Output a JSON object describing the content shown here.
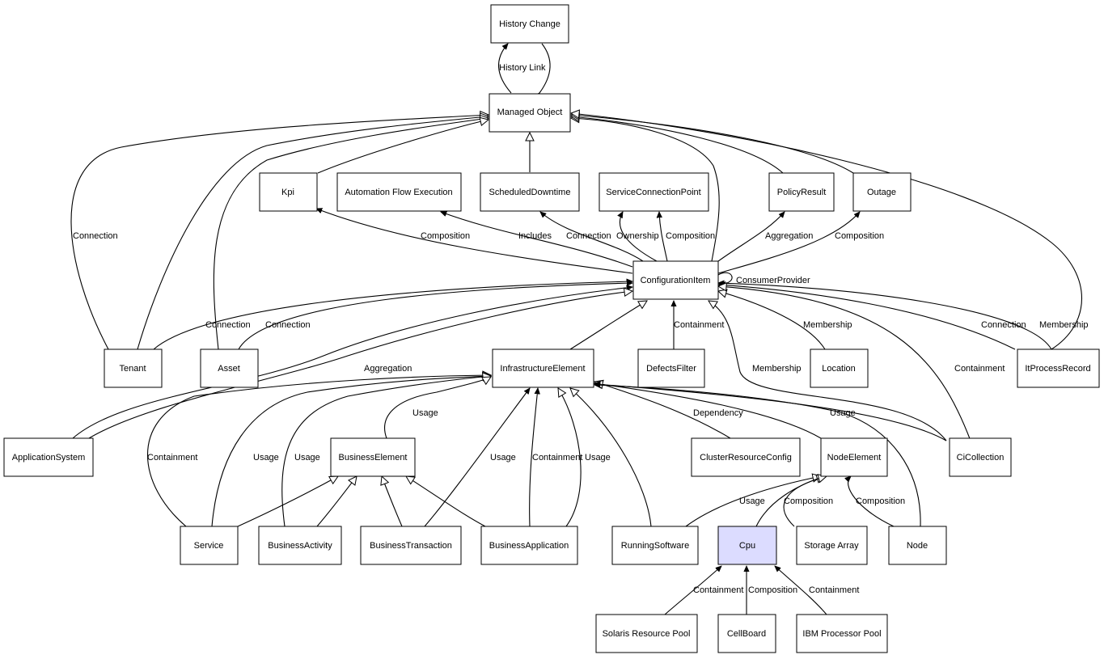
{
  "nodes": {
    "history_change": "History Change",
    "managed_object": "Managed Object",
    "kpi": "Kpi",
    "automation_flow_execution": "Automation Flow Execution",
    "scheduled_downtime": "ScheduledDowntime",
    "service_connection_point": "ServiceConnectionPoint",
    "policy_result": "PolicyResult",
    "outage": "Outage",
    "configuration_item": "ConfigurationItem",
    "tenant": "Tenant",
    "asset": "Asset",
    "infrastructure_element": "InfrastructureElement",
    "defects_filter": "DefectsFilter",
    "location": "Location",
    "it_process_record": "ItProcessRecord",
    "application_system": "ApplicationSystem",
    "business_element": "BusinessElement",
    "cluster_resource_config": "ClusterResourceConfig",
    "node_element": "NodeElement",
    "ci_collection": "CiCollection",
    "service": "Service",
    "business_activity": "BusinessActivity",
    "business_transaction": "BusinessTransaction",
    "business_application": "BusinessApplication",
    "running_software": "RunningSoftware",
    "cpu": "Cpu",
    "storage_array": "Storage Array",
    "node": "Node",
    "solaris_resource_pool": "Solaris Resource Pool",
    "cell_board": "CellBoard",
    "ibm_processor_pool": "IBM Processor Pool"
  },
  "edge_labels": {
    "history_link": "History Link",
    "tenant_mo_connection": "Connection",
    "kpi_composition": "Composition",
    "afe_includes": "Includes",
    "sd_connection": "Connection",
    "scp_ownership": "Ownership",
    "scp_composition": "Composition",
    "policy_aggregation": "Aggregation",
    "outage_composition": "Composition",
    "consumer_provider": "ConsumerProvider",
    "tenant_ci_connection": "Connection",
    "asset_ci_connection": "Connection",
    "defects_containment": "Containment",
    "location_membership": "Membership",
    "itpr_connection": "Connection",
    "itpr_membership": "Membership",
    "appsys_aggregation": "Aggregation",
    "cicoll_membership": "Membership",
    "cicoll_containment": "Containment",
    "be_usage": "Usage",
    "cluster_dependency": "Dependency",
    "cicoll_usage": "Usage",
    "service_containment": "Containment",
    "service_usage": "Usage",
    "ba_usage": "Usage",
    "bt_usage": "Usage",
    "bapp_containment": "Containment",
    "bapp_usage": "Usage",
    "rs_usage": "Usage",
    "cpu_composition": "Composition",
    "node_composition": "Composition",
    "srp_containment": "Containment",
    "cellboard_composition": "Composition",
    "ibm_containment": "Containment"
  },
  "colors": {
    "highlight_fill": "#dcdcff",
    "stroke": "#000000",
    "background": "#ffffff"
  }
}
